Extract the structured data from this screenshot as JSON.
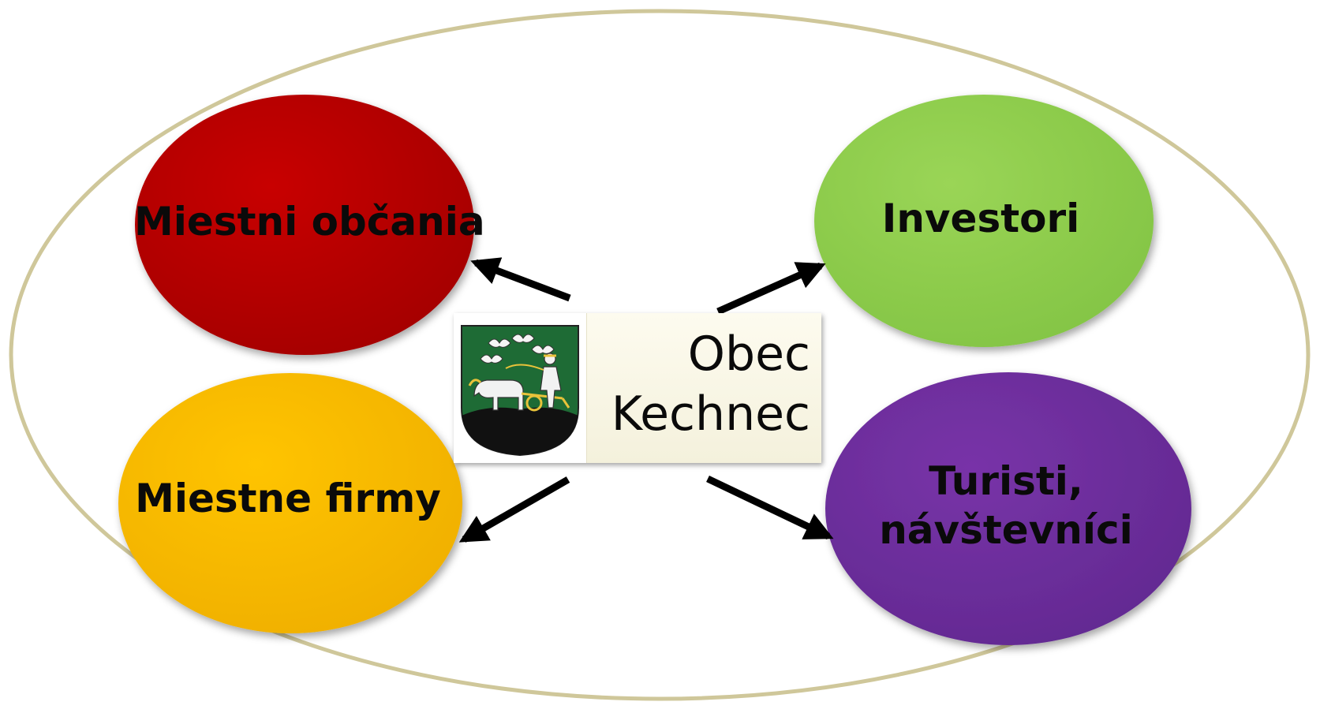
{
  "nodes": {
    "residents": {
      "label": "Miestni občania",
      "color": "#c00000"
    },
    "investors": {
      "label": "Investori",
      "color": "#92d050"
    },
    "firms": {
      "label": "Miestne firmy",
      "color": "#ffc000"
    },
    "tourists": {
      "label_line1": "Turisti,",
      "label_line2": "návštevníci",
      "color": "#7030a0"
    }
  },
  "center": {
    "title_line1": "Obec",
    "title_line2": "Kechnec",
    "crest_icon": "kechnec-coat-of-arms-icon"
  },
  "colors": {
    "outer_ring": "#cfc79a",
    "arrow_grey": "#c7c5b6",
    "arrow_green": "#75a77f",
    "arrow_black": "#000000"
  }
}
